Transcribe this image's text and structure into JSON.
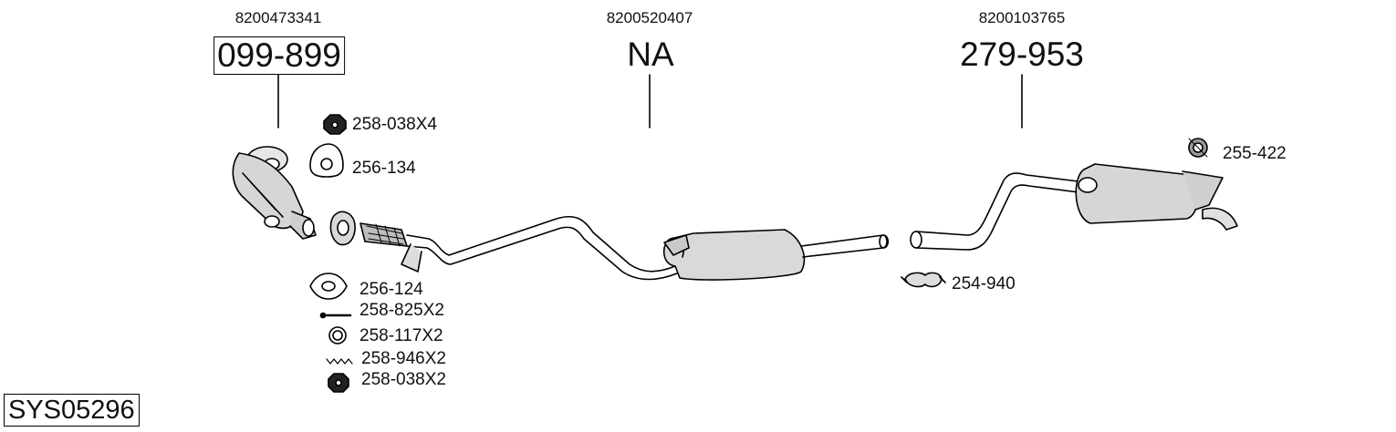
{
  "sections": [
    {
      "oe_number": "8200473341",
      "part_number": "099-899",
      "boxed": true
    },
    {
      "oe_number": "8200520407",
      "part_number": "NA",
      "boxed": false
    },
    {
      "oe_number": "8200103765",
      "part_number": "279-953",
      "boxed": false
    }
  ],
  "labels": {
    "nut_top": "258-038X4",
    "gasket_top": "256-134",
    "gasket_bottom": "256-124",
    "bolt": "258-825X2",
    "ring": "258-117X2",
    "spring": "258-946X2",
    "nut_bottom": "258-038X2",
    "clamp": "254-940",
    "hanger": "255-422"
  },
  "system_id": "SYS05296"
}
